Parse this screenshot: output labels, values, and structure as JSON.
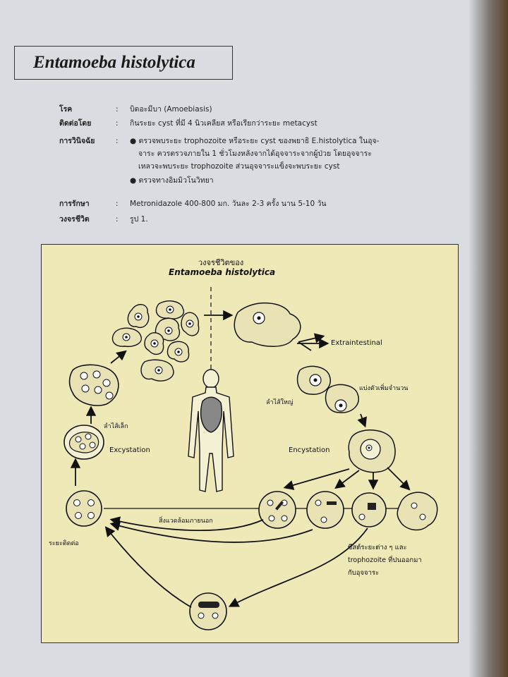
{
  "title": "Entamoeba histolytica",
  "info": {
    "disease": {
      "label": "โรค",
      "value": "บิดอะมีบา (Amoebiasis)"
    },
    "transmission": {
      "label": "ติดต่อโดย",
      "value": "กินระยะ cyst ที่มี 4 นิวเคลียส หรือเรียกว่าระยะ metacyst"
    },
    "diagnosis": {
      "label": "การวินิจฉัย",
      "lines": [
        "● ตรวจพบระยะ trophozoite หรือระยะ cyst ของพยาธิ E.histolytica ในอุจ-",
        "จาระ ควรตรวจภายใน 1 ชั่วโมงหลังจากได้อุจจาระจากผู้ป่วย โดยอุจจาระ",
        "เหลวจะพบระยะ trophozoite ส่วนอุจจาระแข็งจะพบระยะ cyst",
        "● ตรวจทางอิมมิวโนวิทยา"
      ]
    },
    "treatment": {
      "label": "การรักษา",
      "value": "Metronidazole 400-800 มก. วันละ 2-3 ครั้ง นาน 5-10 วัน"
    },
    "life_cycle": {
      "label": "วงจรชีวิต",
      "value": "รูป 1."
    },
    "colon_mark": ":"
  },
  "diagram": {
    "title_line1": "วงจรชีวิตของ",
    "title_line2": "Entamoeba histolytica",
    "labels": {
      "extraintestinal": "Extraintestinal",
      "binary_fission": "แบ่งตัวเพิ่มจำนวน",
      "large_intestine": "ลำไส้ใหญ่",
      "small_intestine": "ลำไส้เล็ก",
      "excystation": "Excystation",
      "encystation": "Encystation",
      "environment": "สิ่งแวดล้อมภายนอก",
      "infective_stage": "ระยะติดต่อ",
      "cyst_note_1": "ซีสต์ระยะต่าง ๆ และ",
      "cyst_note_2": "trophozoite ที่ปนออกมา",
      "cyst_note_3": "กับอุจจาระ"
    }
  }
}
